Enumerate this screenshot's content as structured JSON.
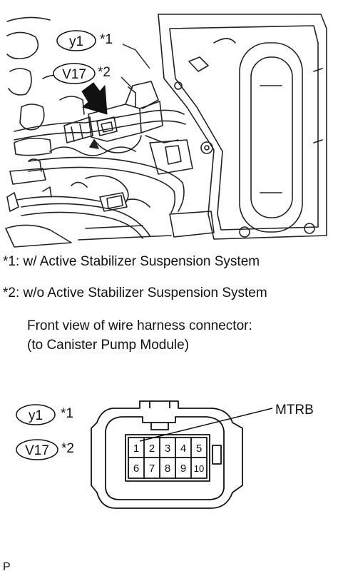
{
  "top_figure": {
    "callouts": [
      {
        "code": "y1",
        "ref": "*1"
      },
      {
        "code": "V17",
        "ref": "*2"
      }
    ]
  },
  "footnotes": [
    "*1: w/ Active Stabilizer Suspension System",
    "*2: w/o Active Stabilizer Suspension System"
  ],
  "caption": {
    "line1": "Front view of wire harness connector:",
    "line2": "(to Canister Pump Module)"
  },
  "connector": {
    "callouts": [
      {
        "code": "y1",
        "ref": "*1"
      },
      {
        "code": "V17",
        "ref": "*2"
      }
    ],
    "pin_label": "MTRB",
    "pins_top": [
      "1",
      "2",
      "3",
      "4",
      "5"
    ],
    "pins_bottom": [
      "6",
      "7",
      "8",
      "9",
      "10"
    ]
  },
  "figure_id": "P"
}
